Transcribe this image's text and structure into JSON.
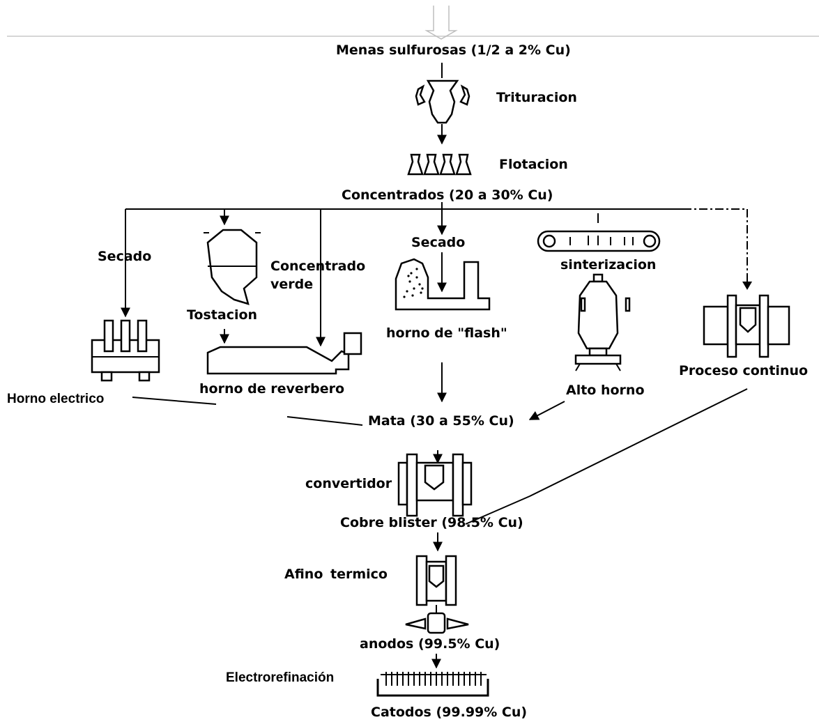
{
  "labels": {
    "ore": "Menas sulfurosas (1/2 a 2% Cu)",
    "crushing": "Trituracion",
    "flotation": "Flotacion",
    "concentrates": "Concentrados (20 a 30% Cu)",
    "drying_left": "Secado",
    "green_concentrate_1": "Concentrado",
    "green_concentrate_2": "verde",
    "drying_center": "Secado",
    "sintering": "sinterizacion",
    "roasting": "Tostacion",
    "flash_furnace": "horno de \"flash\"",
    "reverberatory_furnace": "horno de reverbero",
    "electric_furnace": "Horno electrico",
    "blast_furnace": "Alto horno",
    "continuous_process": "Proceso continuo",
    "matte": "Mata (30 a 55% Cu)",
    "converter": "convertidor",
    "blister_copper": "Cobre blister (98.5% Cu)",
    "fire_refining_1": "Afino",
    "fire_refining_2": "termico",
    "anodes": "anodos (99.5% Cu)",
    "electrorefining": "Electrorefinación",
    "cathodes": "Catodos (99.99% Cu)"
  }
}
